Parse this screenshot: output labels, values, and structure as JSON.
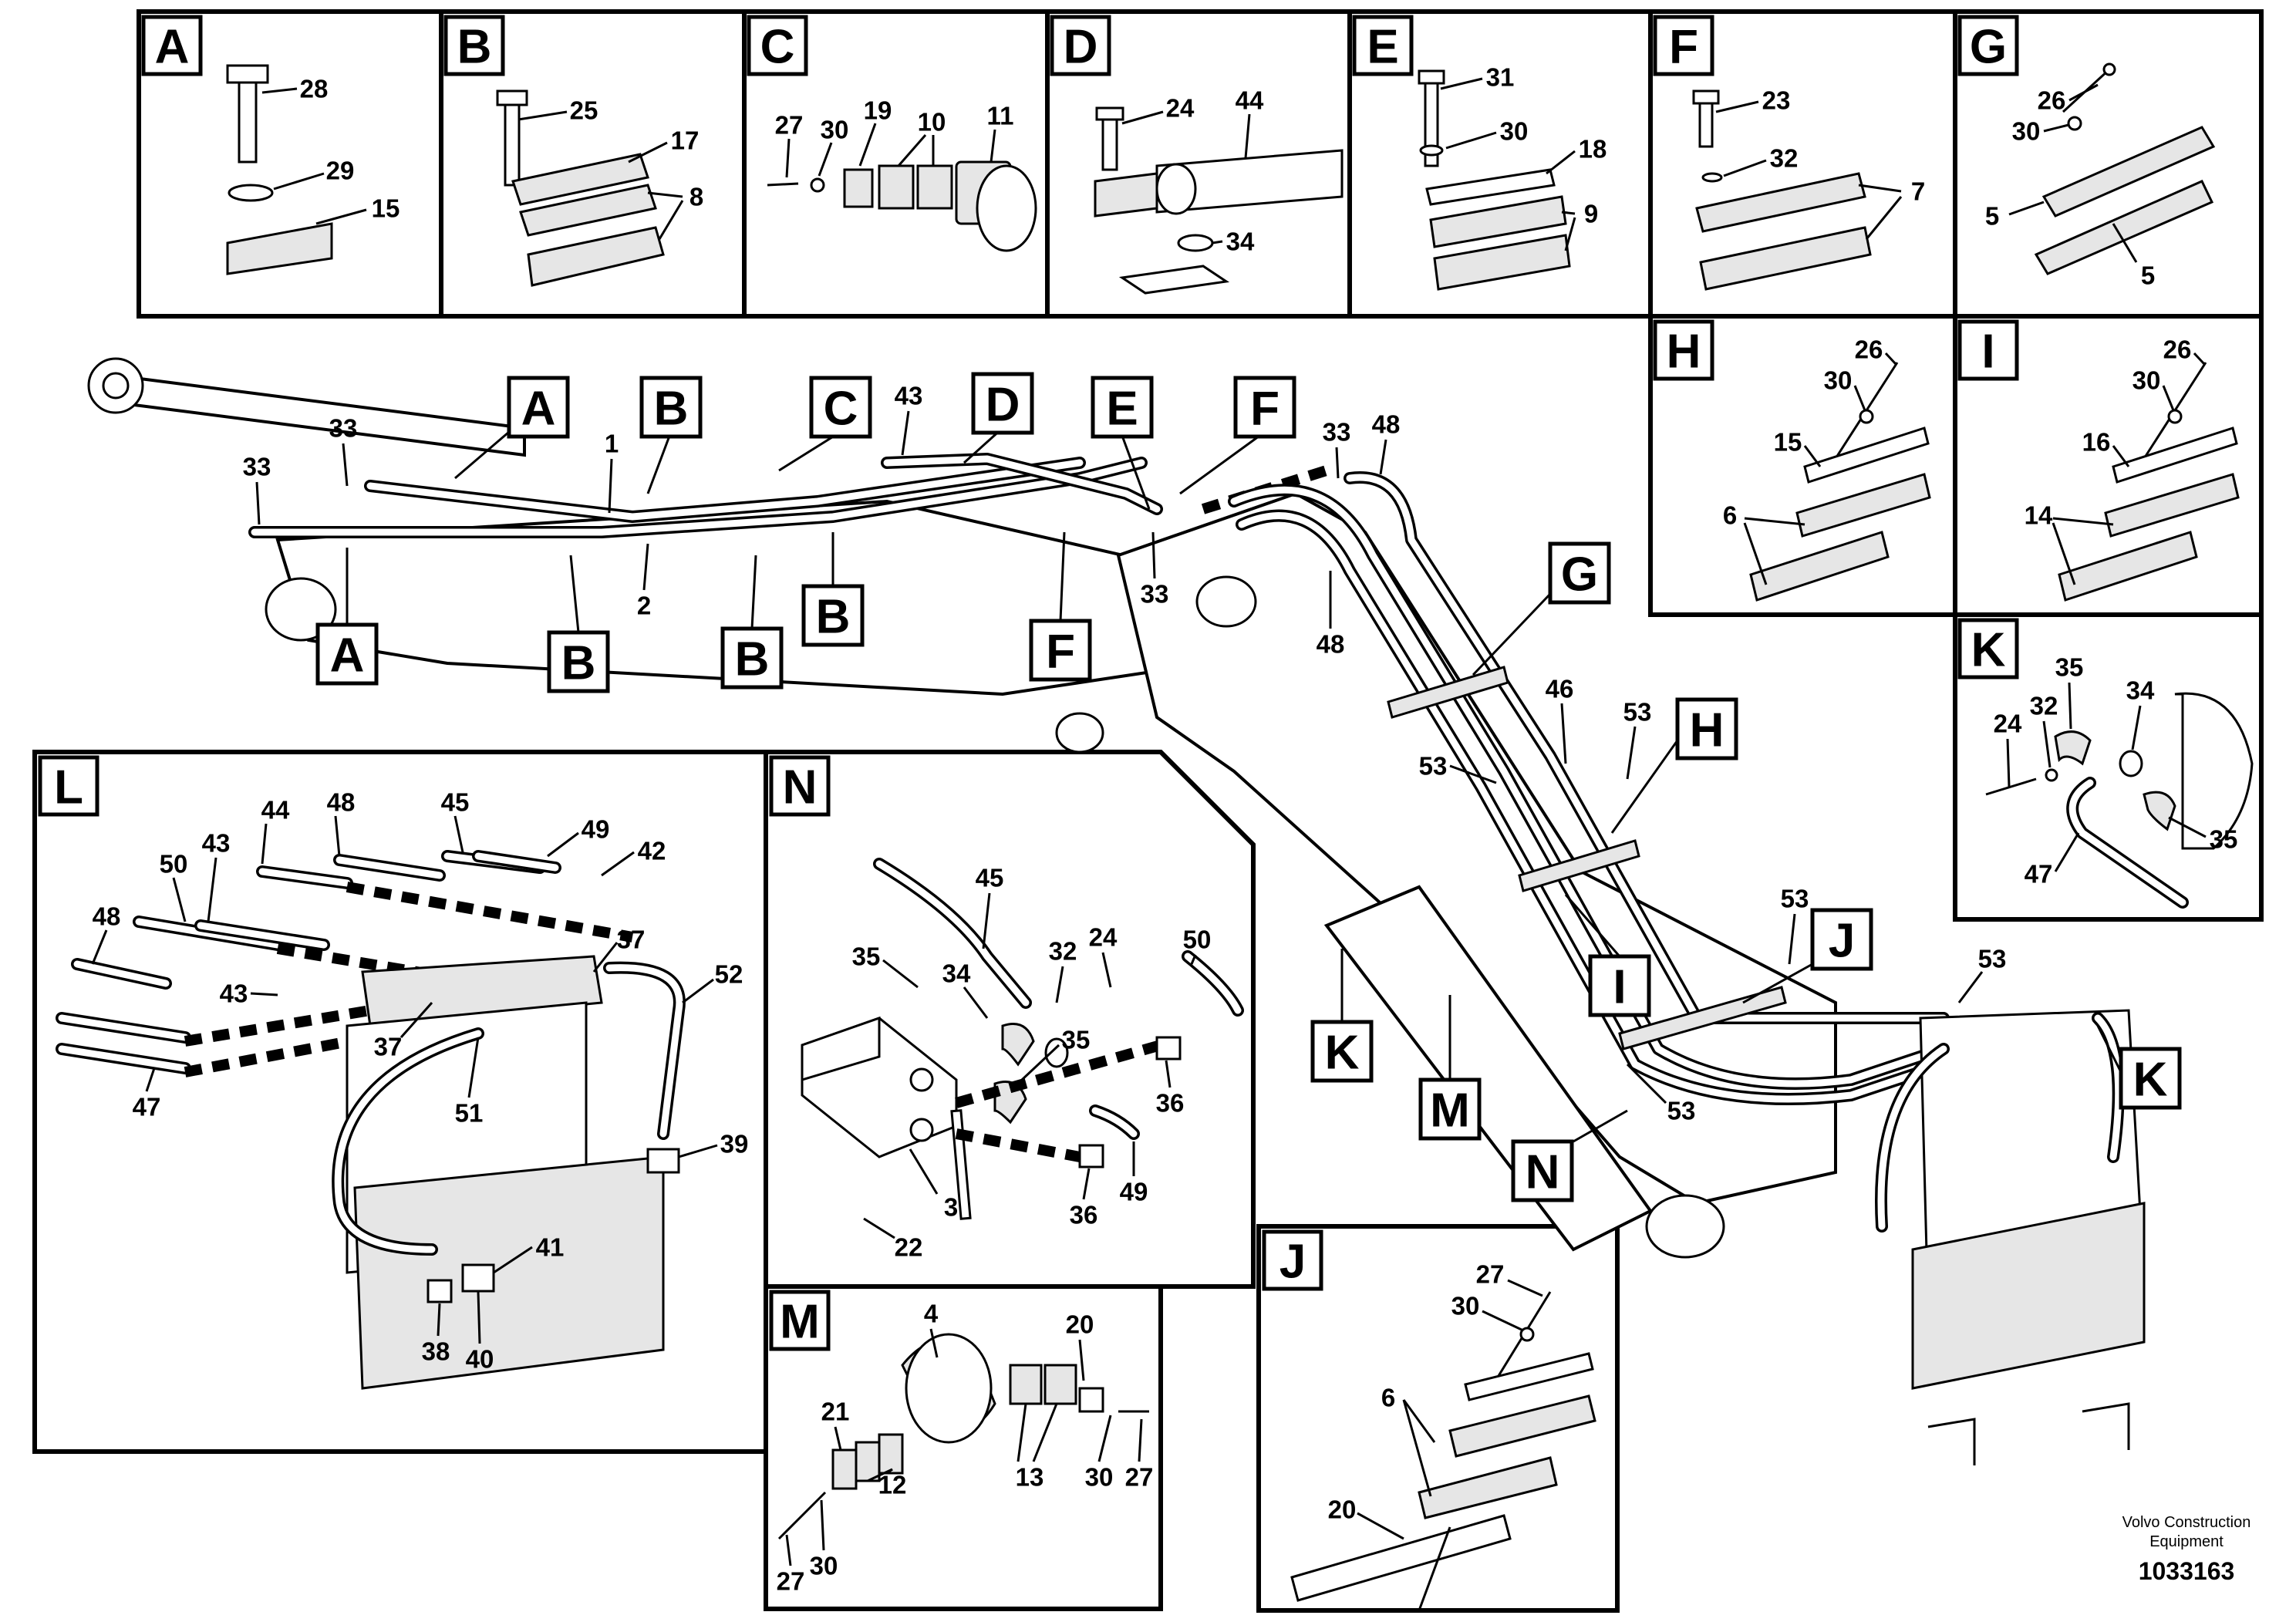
{
  "detail_views": [
    "A",
    "B",
    "C",
    "D",
    "E",
    "F",
    "G",
    "H",
    "I",
    "K",
    "L",
    "N",
    "M",
    "J"
  ],
  "main_callouts": [
    "A",
    "B",
    "C",
    "D",
    "E",
    "F",
    "A",
    "B",
    "B",
    "B",
    "F",
    "G",
    "H",
    "I",
    "J",
    "K",
    "M",
    "N",
    "K"
  ],
  "part_numbers": {
    "detail_A": [
      "28",
      "29",
      "15"
    ],
    "detail_B": [
      "25",
      "17",
      "8"
    ],
    "detail_C": [
      "27",
      "30",
      "19",
      "10",
      "11"
    ],
    "detail_D": [
      "24",
      "44",
      "34"
    ],
    "detail_E": [
      "31",
      "30",
      "18",
      "9"
    ],
    "detail_F": [
      "23",
      "32",
      "7"
    ],
    "detail_G": [
      "26",
      "30",
      "5",
      "5"
    ],
    "detail_H": [
      "26",
      "30",
      "15",
      "6"
    ],
    "detail_I": [
      "26",
      "30",
      "16",
      "14"
    ],
    "detail_K": [
      "35",
      "24",
      "32",
      "34",
      "35",
      "47"
    ],
    "main": [
      "33",
      "33",
      "1",
      "2",
      "43",
      "33",
      "48",
      "33",
      "48",
      "46",
      "53",
      "53",
      "53",
      "53",
      "53"
    ],
    "detail_L": [
      "44",
      "48",
      "45",
      "49",
      "42",
      "50",
      "43",
      "48",
      "37",
      "52",
      "43",
      "47",
      "37",
      "51",
      "39",
      "41",
      "38",
      "40"
    ],
    "detail_N": [
      "45",
      "35",
      "34",
      "32",
      "24",
      "50",
      "35",
      "36",
      "49",
      "36",
      "3",
      "22"
    ],
    "detail_M": [
      "4",
      "20",
      "21",
      "13",
      "12",
      "30",
      "27",
      "27",
      "30"
    ],
    "detail_J": [
      "27",
      "30",
      "6",
      "20"
    ]
  },
  "footer": {
    "company_line1": "Volvo Construction",
    "company_line2": "Equipment",
    "drawing_id": "1033163"
  }
}
